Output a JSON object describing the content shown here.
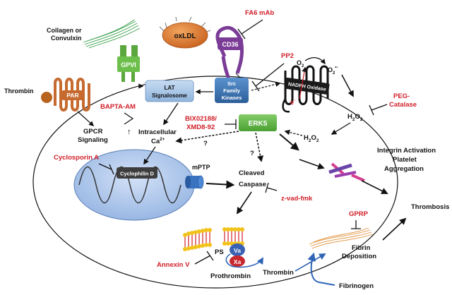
{
  "colors": {
    "inhibitor_red": "#d0202a",
    "cd36_purple": "#7b3c97",
    "gpvi_green": "#6dbf4b",
    "par_orange": "#c66a2f",
    "erk5_green": "#63b94a",
    "kinase_blue": "#3b76b3",
    "lat_blue": "#a9c8e8",
    "oxldl_orange": "#e07b2e",
    "mito_blue": "#a9c4ec",
    "factor_va_blue": "#3a62b4",
    "factor_xa_red": "#c8282d",
    "ps_yellow": "#f1c21a"
  },
  "labels": {
    "collagen": "Collagen or",
    "convulxin": "Convulxin",
    "oxldl": "oxLDL",
    "fa6": "FA6 mAb",
    "cd36": "CD36",
    "pp2": "PP2",
    "gpvi": "GPVI",
    "src_1": "Src",
    "src_2": "Family",
    "src_3": "Kinases",
    "lat_1": "LAT",
    "lat_2": "Signalosome",
    "thrombin_left": "Thrombin",
    "par": "PAR",
    "bapta": "BAPTA-AM",
    "o2": "O",
    "o2_sub": "2",
    "o2rad": "O",
    "o2rad_sub": "2",
    "o2rad_sup": "•-",
    "nadph": "NADPH Oxidase",
    "electron": "e",
    "electron_sup": "-",
    "peg_1": "PEG-",
    "peg_2": "Catalase",
    "h2o2_a": "H",
    "h2o2_b": "2",
    "h2o2_c": "O",
    "h2o2_d": "2",
    "gpcr_1": "GPCR",
    "gpcr_2": "Signaling",
    "up_arrow": "↑",
    "intra_1": "Intracellular",
    "ca": "Ca",
    "ca_sup": "2+",
    "bix_1": "BIX02188/",
    "bix_2": "XMD8-92",
    "erk5": "ERK5",
    "question": "?",
    "integrin_1": "Integrin Activation",
    "integrin_2": "Platelet",
    "integrin_3": "Aggregation",
    "cyclosporin": "Cyclosporin A",
    "cyclophilin": "Cyclophilin D",
    "mptp": "mPTP",
    "cleaved": "Cleaved",
    "caspase": "Caspase",
    "zvad": "z-vad-fmk",
    "gprp": "GPRP",
    "thrombosis": "Thrombosis",
    "ps": "PS",
    "va": "Va",
    "xa": "Xa",
    "annexin": "Annexin V",
    "prothrombin": "Prothrombin",
    "thrombin_bottom": "Thrombin",
    "fibrin_1": "Fibrin",
    "fibrin_2": "Deposition",
    "fibrinogen": "Fibrinogen"
  }
}
